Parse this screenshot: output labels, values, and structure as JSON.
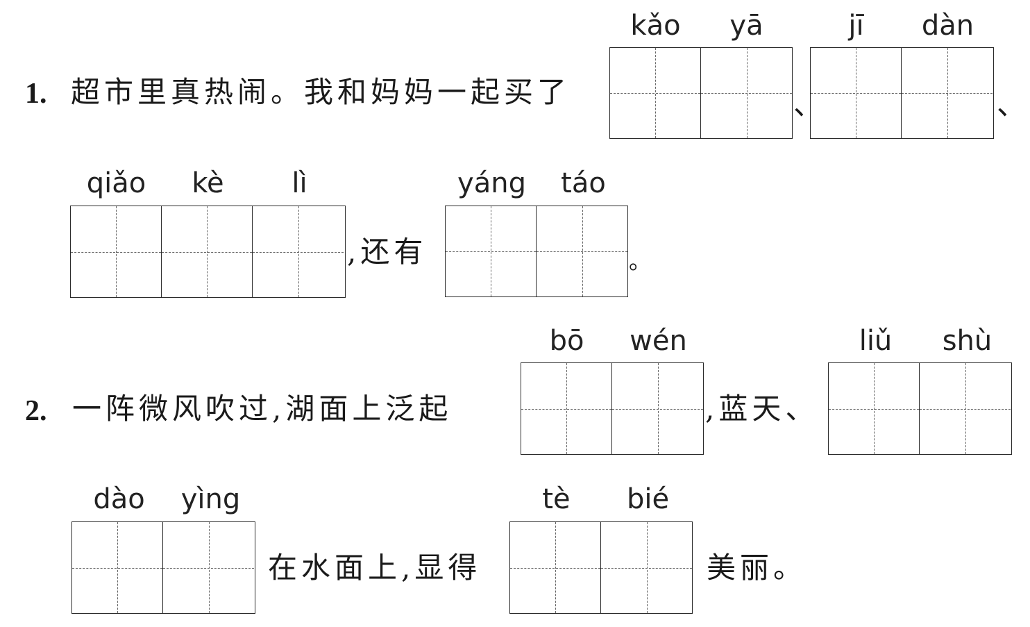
{
  "q1": {
    "number": "1.",
    "text_start": "超市里真热闹。我和妈妈一起买了",
    "sep1": "、",
    "sep2": "、",
    "text_mid": ",还有",
    "end_mark": "。",
    "blanks": [
      {
        "pinyin": [
          "kǎo",
          "yā"
        ]
      },
      {
        "pinyin": [
          "jī",
          "dàn"
        ]
      },
      {
        "pinyin": [
          "qiǎo",
          "kè",
          "lì"
        ]
      },
      {
        "pinyin": [
          "yáng",
          "táo"
        ]
      }
    ]
  },
  "q2": {
    "number": "2.",
    "text_start": "一阵微风吹过,湖面上泛起",
    "text_after_blank1": ",蓝天、",
    "text_mid": "在水面上,显得",
    "text_end": "美丽。",
    "blanks": [
      {
        "pinyin": [
          "bō",
          "wén"
        ]
      },
      {
        "pinyin": [
          "liǔ",
          "shù"
        ]
      },
      {
        "pinyin": [
          "dào",
          "yìng"
        ]
      },
      {
        "pinyin": [
          "tè",
          "bié"
        ]
      }
    ]
  }
}
